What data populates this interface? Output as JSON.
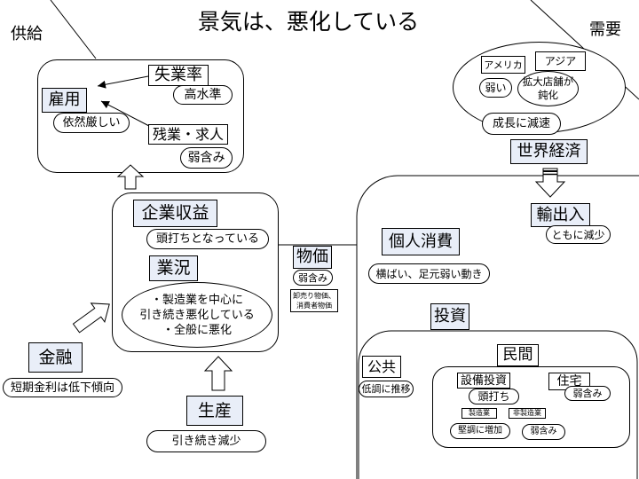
{
  "title": "景気は、悪化している",
  "side_labels": {
    "supply": "供給",
    "demand": "需要"
  },
  "employment": {
    "label": "雇用",
    "status": "依然厳しい",
    "unemployment_rate": {
      "label": "失業率",
      "status": "高水準"
    },
    "overtime_and_openings": {
      "label": "残業・求人",
      "status": "弱含み"
    }
  },
  "corporate": {
    "profits": {
      "label": "企業収益",
      "status": "頭打ちとなっている"
    },
    "business_conditions": {
      "label": "業況",
      "status_lines": [
        "・製造業を中心に",
        "引き続き悪化している",
        "・全般に悪化"
      ]
    }
  },
  "finance": {
    "label": "金融",
    "status": "短期金利は低下傾向"
  },
  "production": {
    "label": "生産",
    "status": "引き続き減少"
  },
  "prices": {
    "label": "物価",
    "status": "弱含み",
    "note_lines": [
      "卸売り物価、",
      "消費者物価"
    ]
  },
  "consumption": {
    "label": "個人消費",
    "status": "横ばい、足元弱い動き"
  },
  "investment": {
    "label": "投資",
    "public": {
      "label": "公共",
      "status": "低調に推移"
    },
    "private": {
      "label": "民間",
      "capex": {
        "label": "設備投資",
        "status": "頭打ち"
      },
      "manufacturing": {
        "label": "製造業",
        "status": "堅調に増加"
      },
      "non_manufacturing": {
        "label": "非製造業",
        "status": "弱含み"
      },
      "housing": {
        "label": "住宅",
        "status": "弱含み"
      }
    }
  },
  "world_economy": {
    "label": "世界経済",
    "status": "成長に減速",
    "usa": {
      "label": "アメリカ",
      "status": "弱い"
    },
    "asia": {
      "label": "アジア",
      "status_lines": [
        "拡大店舗が",
        "鈍化"
      ]
    }
  },
  "trade": {
    "label": "輸出入",
    "status": "ともに減少"
  },
  "colors": {
    "line": "#000000",
    "heading_fill": "#e9eef8",
    "background": "#ffffff"
  }
}
